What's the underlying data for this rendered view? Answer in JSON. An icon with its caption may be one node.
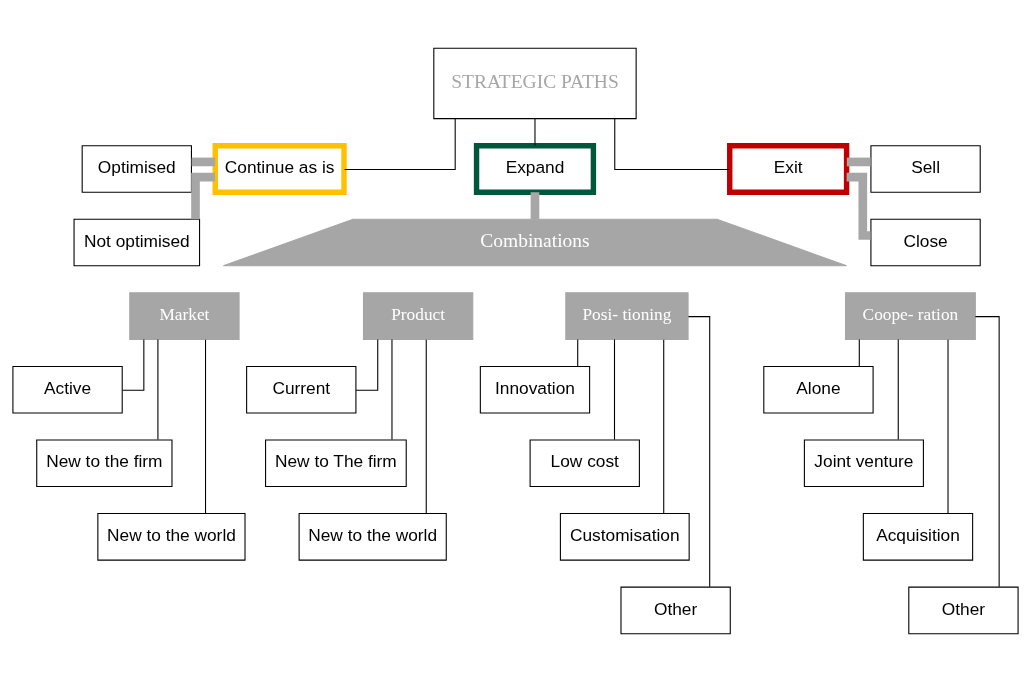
{
  "diagram": {
    "nodes": [
      {
        "text": [
          "STRATEGIC PATHS"
        ]
      },
      {
        "text": [
          "Continue as is"
        ]
      },
      {
        "text": [
          "Expand"
        ]
      },
      {
        "text": [
          "Exit"
        ]
      },
      {
        "text": [
          "Optimised"
        ]
      },
      {
        "text": [
          "Not optimised"
        ]
      },
      {
        "text": [
          "Sell"
        ]
      },
      {
        "text": [
          "Close"
        ]
      },
      {
        "text": [
          "Combinations"
        ]
      },
      {
        "text": [
          "Market"
        ]
      },
      {
        "text": [
          "Active"
        ]
      },
      {
        "text": [
          "New to the firm"
        ]
      },
      {
        "text": [
          "New to the world"
        ]
      },
      {
        "text": [
          "Product"
        ]
      },
      {
        "text": [
          "Current"
        ]
      },
      {
        "text": [
          "New to The firm"
        ]
      },
      {
        "text": [
          "New to the world"
        ]
      },
      {
        "text": [
          "Posi- tioning"
        ]
      },
      {
        "text": [
          "Innovation"
        ]
      },
      {
        "text": [
          "Low cost"
        ]
      },
      {
        "text": [
          "Customisation"
        ]
      },
      {
        "text": [
          "Other"
        ]
      },
      {
        "text": [
          "Coope- ration"
        ]
      },
      {
        "text": [
          "Alone"
        ]
      },
      {
        "text": [
          "Joint venture"
        ]
      },
      {
        "text": [
          "Acquisition"
        ]
      },
      {
        "text": [
          "Other"
        ]
      }
    ],
    "edges": [
      {
        "from": 0,
        "to": 1,
        "arrow": "none"
      },
      {
        "from": 0,
        "to": 2,
        "arrow": "none"
      },
      {
        "from": 0,
        "to": 3,
        "arrow": "none"
      },
      {
        "from": 4,
        "to": 1,
        "arrow": "none",
        "style": "thick",
        "color": "#a6a6a6"
      },
      {
        "from": 5,
        "to": 1,
        "arrow": "none",
        "style": "thick",
        "color": "#a6a6a6"
      },
      {
        "from": 3,
        "to": 6,
        "arrow": "none",
        "style": "thick",
        "color": "#a6a6a6"
      },
      {
        "from": 3,
        "to": 7,
        "arrow": "none",
        "style": "thick",
        "color": "#a6a6a6"
      },
      {
        "from": 2,
        "to": 8,
        "arrow": "none",
        "style": "thick",
        "color": "#a6a6a6"
      },
      {
        "from": 9,
        "to": 10,
        "arrow": "none"
      },
      {
        "from": 9,
        "to": 11,
        "arrow": "none"
      },
      {
        "from": 9,
        "to": 12,
        "arrow": "none"
      },
      {
        "from": 13,
        "to": 14,
        "arrow": "none"
      },
      {
        "from": 13,
        "to": 15,
        "arrow": "none"
      },
      {
        "from": 13,
        "to": 16,
        "arrow": "none"
      },
      {
        "from": 17,
        "to": 18,
        "arrow": "none"
      },
      {
        "from": 17,
        "to": 19,
        "arrow": "none"
      },
      {
        "from": 17,
        "to": 20,
        "arrow": "none"
      },
      {
        "from": 17,
        "to": 21,
        "arrow": "none"
      },
      {
        "from": 22,
        "to": 23,
        "arrow": "none"
      },
      {
        "from": 22,
        "to": 24,
        "arrow": "none"
      },
      {
        "from": 22,
        "to": 25,
        "arrow": "none"
      },
      {
        "from": 22,
        "to": 26,
        "arrow": "none"
      }
    ]
  }
}
